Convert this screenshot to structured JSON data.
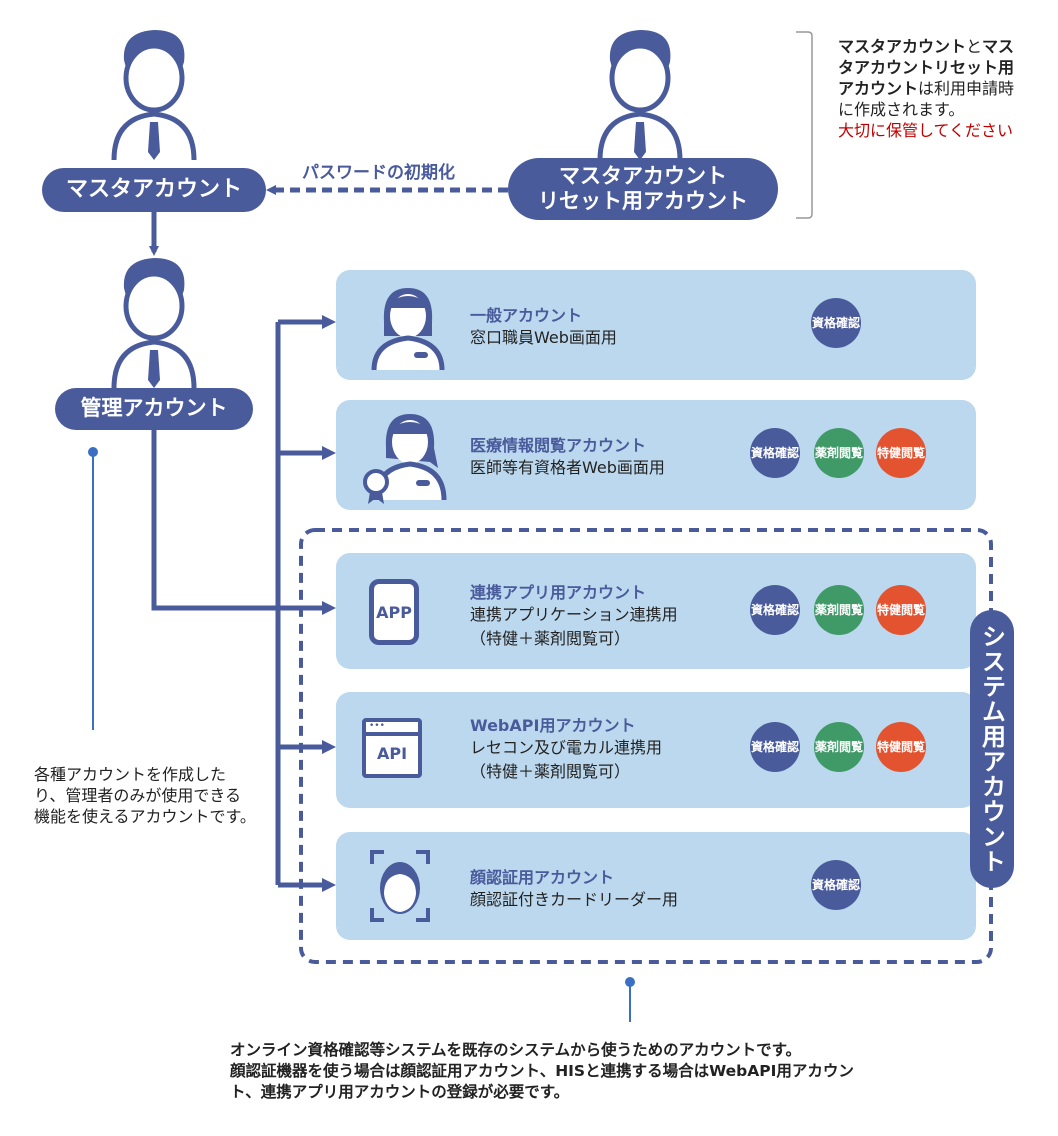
{
  "colors": {
    "primary": "#4a5b9c",
    "card_bg": "#bcd8ee",
    "badge_shikaku": "#4a5b9c",
    "badge_yakuzai": "#3f9a68",
    "badge_tokken": "#e3532f",
    "warning_text": "#c00000",
    "connector": "#3b6fc4"
  },
  "master_account": {
    "label": "マスタアカウント",
    "icon": "person-icon"
  },
  "reset_account": {
    "label_line1": "マスタアカウント",
    "label_line2": "リセット用アカウント",
    "icon": "person-icon"
  },
  "password_reset_arrow": {
    "label": "パスワードの初期化"
  },
  "side_note": {
    "bold1": "マスタアカウント",
    "plain1": "と",
    "bold2": "マスタアカウントリセット用アカウント",
    "plain2": "は利用申請時に作成されます。",
    "warning": "大切に保管してください"
  },
  "admin_account": {
    "label": "管理アカウント",
    "icon": "person-icon",
    "description": "各種アカウントを作成したり、管理者のみが使用できる機能を使えるアカウントです。"
  },
  "badges": {
    "shikaku": {
      "line1": "資格",
      "line2": "確認"
    },
    "yakuzai": {
      "line1": "薬剤",
      "line2": "閲覧"
    },
    "tokken": {
      "line1": "特健",
      "line2": "閲覧"
    }
  },
  "accounts": [
    {
      "title": "一般アカウント",
      "desc1": "窓口職員Web画面用",
      "desc2": "",
      "icon": "staff-woman-icon",
      "badges": [
        "shikaku"
      ]
    },
    {
      "title": "医療情報閲覧アカウント",
      "desc1": "医師等有資格者Web画面用",
      "desc2": "",
      "icon": "doctor-badge-icon",
      "badges": [
        "shikaku",
        "yakuzai",
        "tokken"
      ]
    },
    {
      "title": "連携アプリ用アカウント",
      "desc1": "連携アプリケーション連携用",
      "desc2": "（特健＋薬剤閲覧可）",
      "icon": "app-icon",
      "icon_text": "APP",
      "badges": [
        "shikaku",
        "yakuzai",
        "tokken"
      ]
    },
    {
      "title": "WebAPI用アカウント",
      "desc1": "レセコン及び電カル連携用",
      "desc2": "（特健＋薬剤閲覧可）",
      "icon": "api-window-icon",
      "icon_text": "API",
      "badges": [
        "shikaku",
        "yakuzai",
        "tokken"
      ]
    },
    {
      "title": "顔認証用アカウント",
      "desc1": "顔認証付きカードリーダー用",
      "desc2": "",
      "icon": "face-scan-icon",
      "badges": [
        "shikaku"
      ]
    }
  ],
  "system_group": {
    "label": "システム用アカウント",
    "description_line1": "オンライン資格確認等システムを既存のシステムから使うためのアカウントです。",
    "description_line2": "顔認証機器を使う場合は顔認証用アカウント、HISと連携する場合はWebAPI用アカウン",
    "description_line3": "ト、連携アプリ用アカウントの登録が必要です。"
  }
}
